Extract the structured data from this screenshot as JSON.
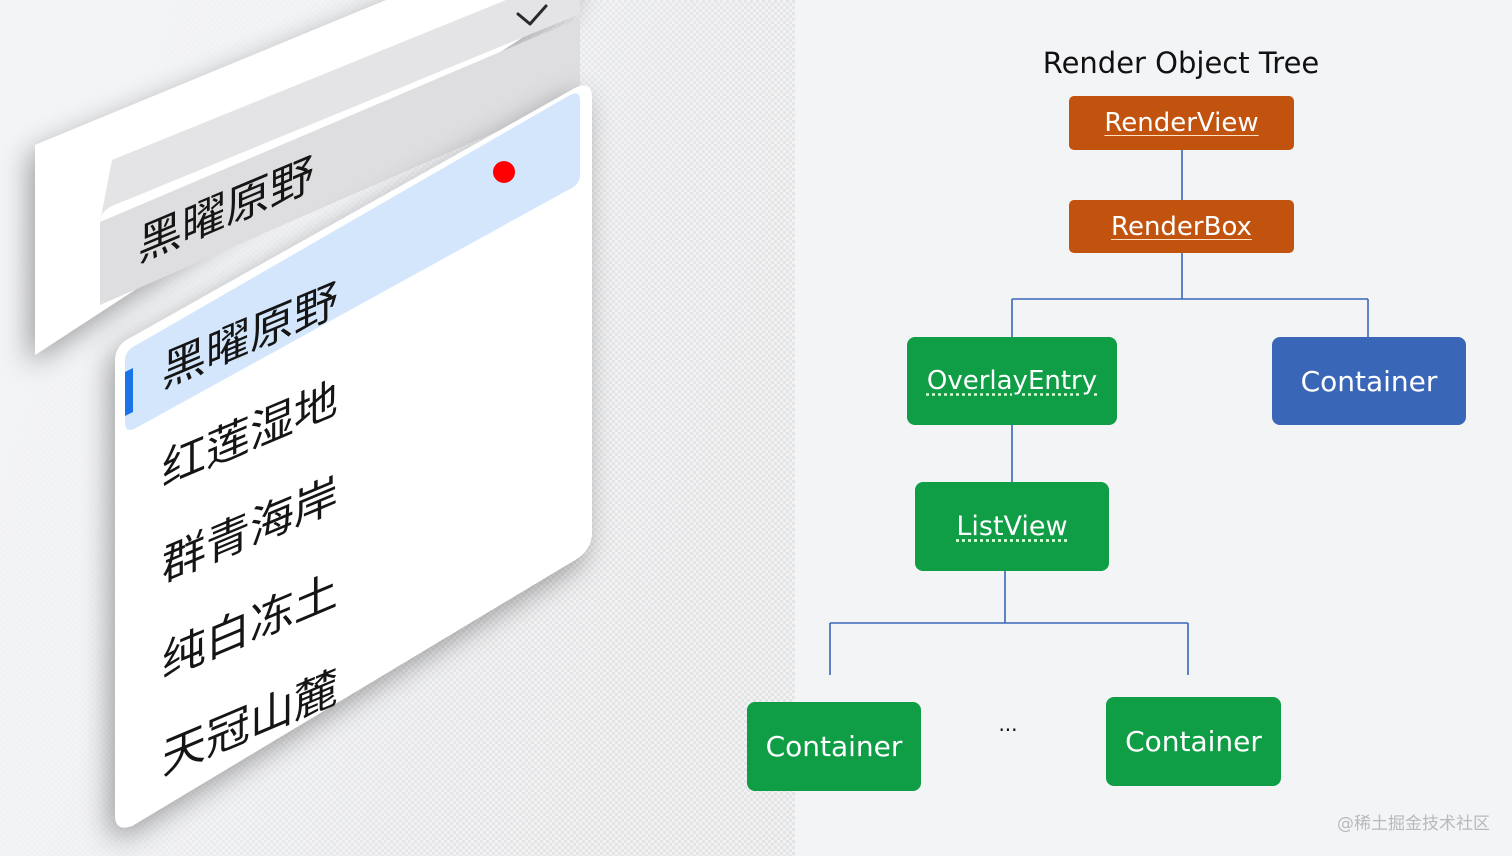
{
  "diagram": {
    "title": "Render Object Tree",
    "nodes": {
      "render_view": "RenderView",
      "render_box": "RenderBox",
      "overlay_entry": "OverlayEntry",
      "container_right": "Container",
      "list_view": "ListView",
      "container_left_child": "Container",
      "container_right_child": "Container"
    },
    "ellipsis": "...",
    "colors": {
      "render_node": "#c2530f",
      "widget_node": "#0f9d45",
      "container_node": "#3a66b8",
      "connector": "#3a66b8"
    }
  },
  "dropdown": {
    "selected_value": "黑曜原野",
    "options": [
      "黑曜原野",
      "红莲湿地",
      "群青海岸",
      "纯白冻土",
      "天冠山麓"
    ],
    "highlighted_index": 0,
    "check_icon": "check-icon",
    "pointer_dot_color": "#ff0000",
    "highlight_color": "#d4e6fb",
    "indicator_color": "#1a73e8"
  },
  "watermark": "@稀土掘金技术社区"
}
